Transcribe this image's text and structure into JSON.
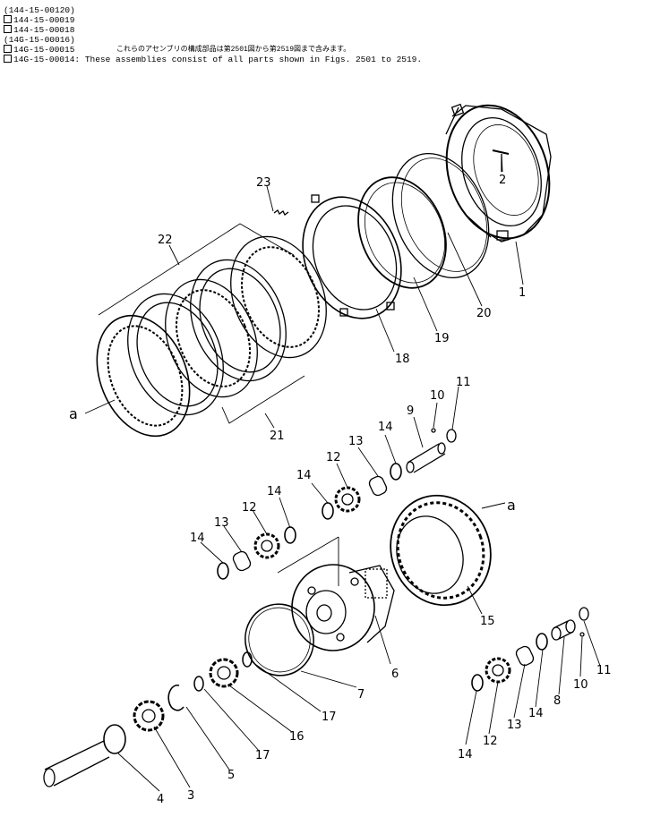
{
  "header": {
    "serials": [
      {
        "text": "(144-15-00120)",
        "box": false
      },
      {
        "text": "144-15-00019",
        "box": true
      },
      {
        "text": "144-15-00018",
        "box": true
      },
      {
        "text": "(14G-15-00016)",
        "box": false
      },
      {
        "text": "14G-15-00015",
        "box": true
      },
      {
        "text": "14G-15-00014",
        "box": true
      }
    ],
    "note_jp": "これらのアセンブリの構成部品は第2501図から第2519図まで含みます。",
    "note_en": ": These assemblies consist of all parts shown in Figs. 2501 to 2519."
  },
  "labels": {
    "n1": "1",
    "n2": "2",
    "n3": "3",
    "n4": "4",
    "n5": "5",
    "n6": "6",
    "n7": "7",
    "n8": "8",
    "n9": "9",
    "n10": "10",
    "n11": "11",
    "n12": "12",
    "n13": "13",
    "n14": "14",
    "n15": "15",
    "n16": "16",
    "n17": "17",
    "n18": "18",
    "n19": "19",
    "n20": "20",
    "n21": "21",
    "n22": "22",
    "n23": "23",
    "a": "a"
  }
}
